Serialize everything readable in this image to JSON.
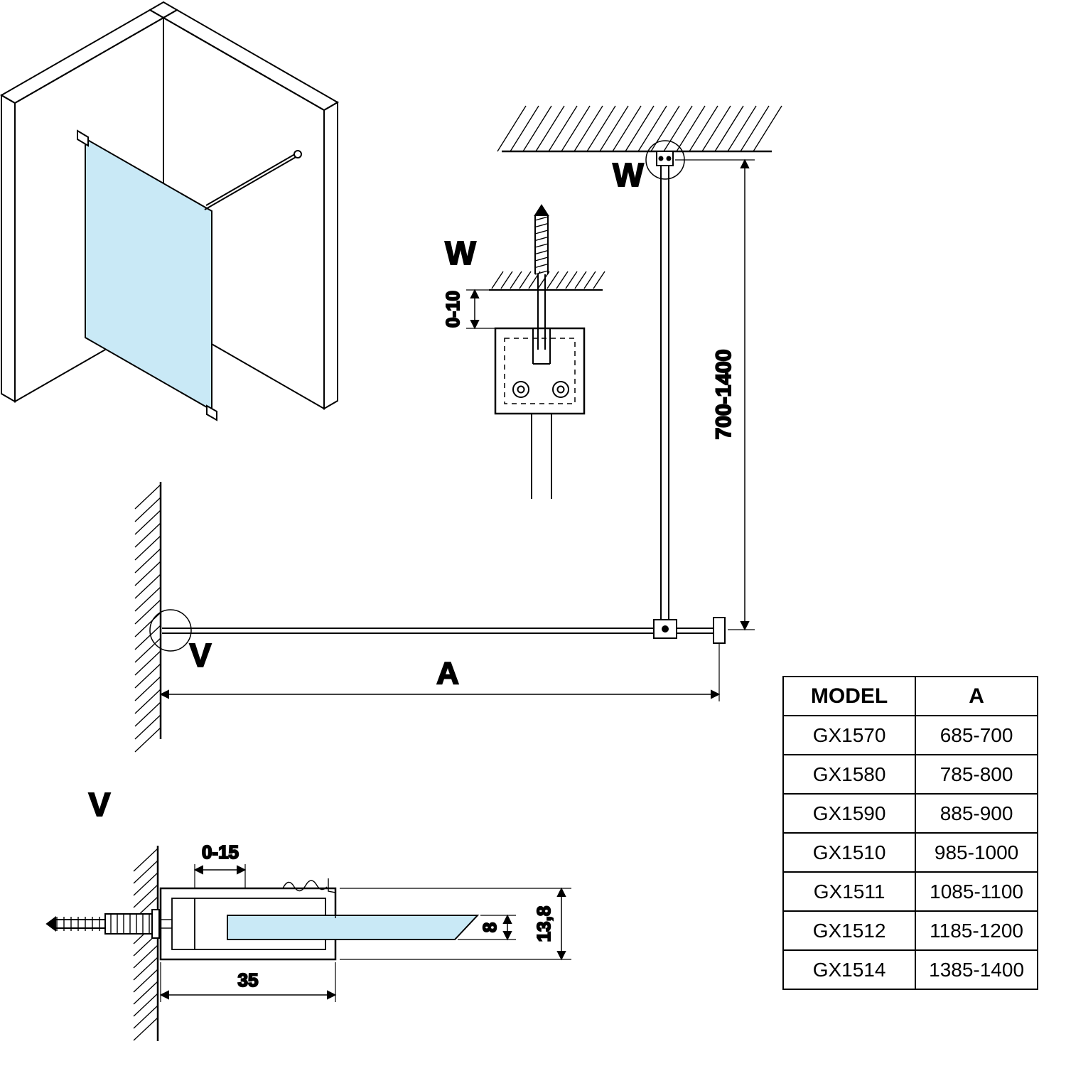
{
  "drawing": {
    "labels": {
      "w_exploded": "W",
      "w_ceiling": "W",
      "v_plan": "V",
      "v_section": "V"
    },
    "dims": {
      "gap": "0-10",
      "bar_height": "700-1400",
      "width": "A",
      "adjust": "0-15",
      "glass_thickness": "8",
      "profile_height": "13,8",
      "profile_depth": "35"
    },
    "colors": {
      "glass": "#c9e9f6",
      "line": "#000000",
      "background": "#ffffff"
    }
  },
  "table": {
    "headers": {
      "model": "MODEL",
      "a": "A"
    },
    "rows": [
      {
        "model": "GX1570",
        "a": "685-700"
      },
      {
        "model": "GX1580",
        "a": "785-800"
      },
      {
        "model": "GX1590",
        "a": "885-900"
      },
      {
        "model": "GX1510",
        "a": "985-1000"
      },
      {
        "model": "GX1511",
        "a": "1085-1100"
      },
      {
        "model": "GX1512",
        "a": "1185-1200"
      },
      {
        "model": "GX1514",
        "a": "1385-1400"
      }
    ]
  }
}
